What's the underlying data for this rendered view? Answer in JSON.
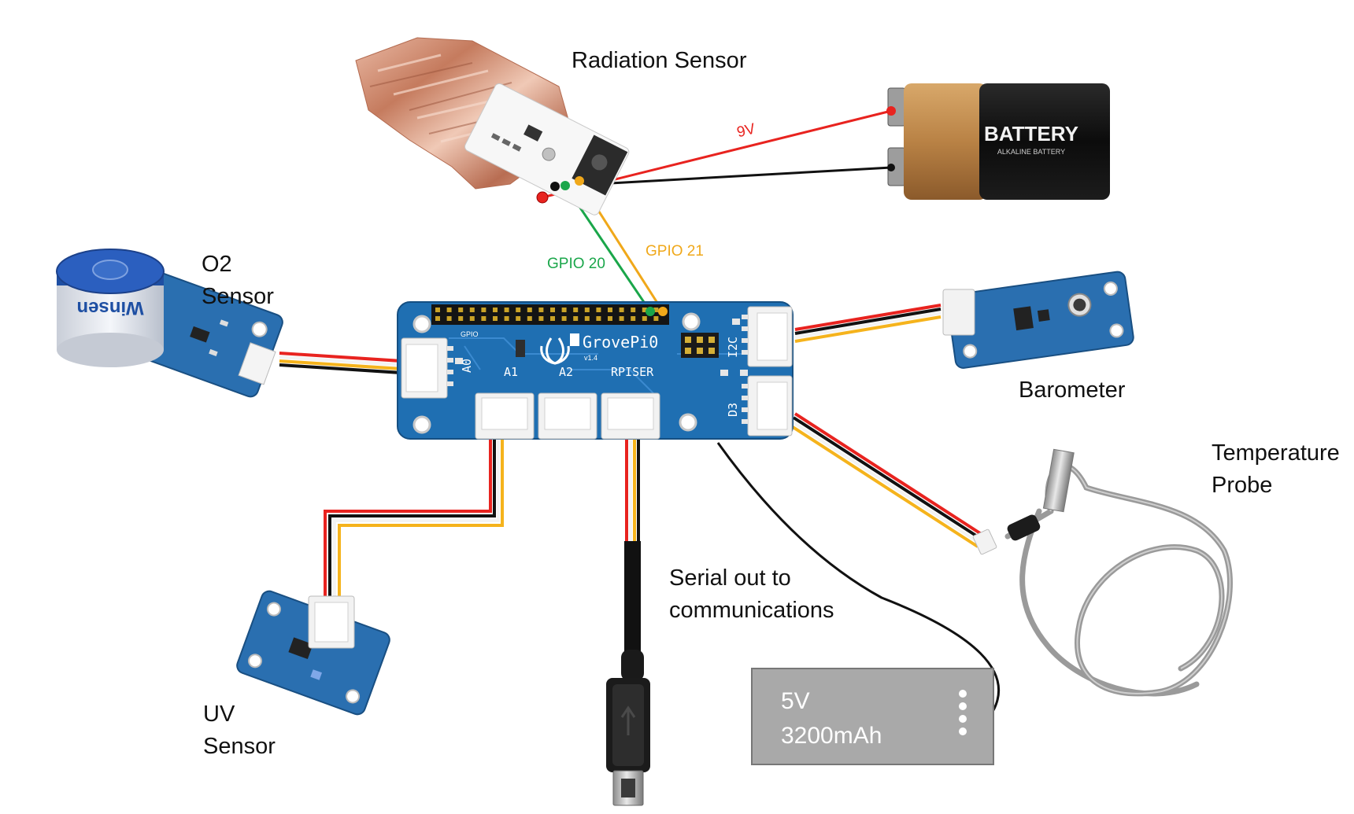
{
  "labels": {
    "radiation_sensor": "Radiation Sensor",
    "o2_line1": "O2",
    "o2_line2": "Sensor",
    "barometer": "Barometer",
    "temp_line1": "Temperature",
    "temp_line2": "Probe",
    "serial_line1": "Serial out to",
    "serial_line2": "communications",
    "uv_line1": "UV",
    "uv_line2": "Sensor"
  },
  "wires": {
    "battery_voltage": "9V",
    "gpio20": "GPIO 20",
    "gpio21": "GPIO 21"
  },
  "battery": {
    "brand": "BATTERY",
    "sub": "ALKALINE BATTERY"
  },
  "board": {
    "name": "GrovePi0",
    "version": "v1.4",
    "port_a0": "A0",
    "port_a1": "A1",
    "port_a2": "A2",
    "port_rpiser": "RPISER",
    "port_i2c": "I2C",
    "port_d3": "D3",
    "gpio_mark": "GPIO"
  },
  "power_pack": {
    "voltage": "5V",
    "capacity": "3200mAh"
  },
  "sensor_marks": {
    "o2_brand": "Winsen"
  },
  "colors": {
    "board_blue": "#1f6fb2",
    "module_blue": "#2a6fb0",
    "wire_red": "#e8231f",
    "wire_black": "#111111",
    "wire_yellow": "#f5b31c",
    "wire_white": "#f3f3f3",
    "gpio20_green": "#1aa64a",
    "gpio21_yellow": "#f0a81a",
    "pack_gray": "#a9a9a9"
  }
}
